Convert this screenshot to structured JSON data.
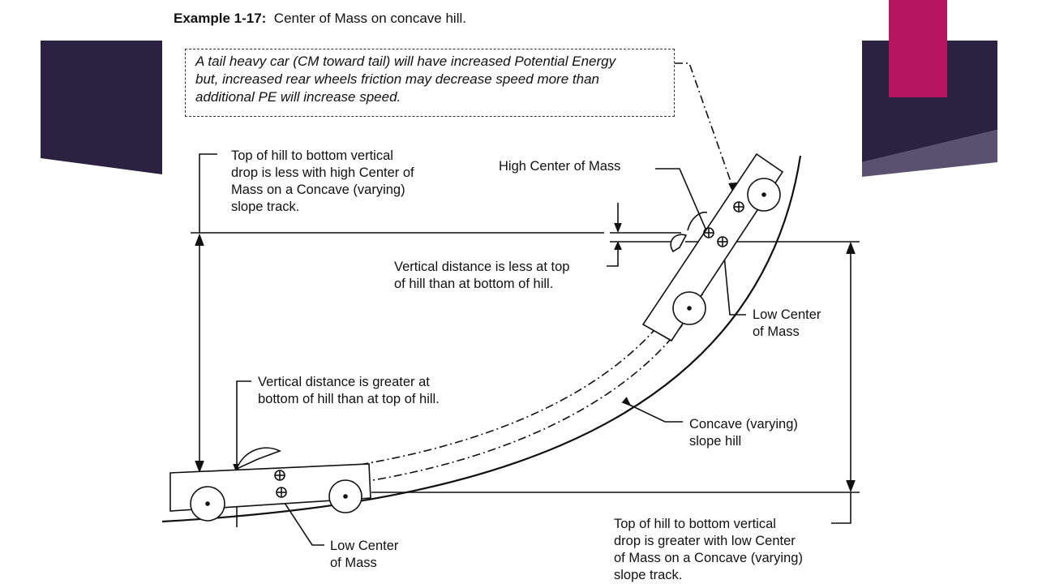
{
  "colors": {
    "dark_band": "#2b2140",
    "accent": "#b5145e",
    "line": "#111111"
  },
  "title": {
    "bold": "Example 1-17:",
    "rest": "Center of Mass on concave hill."
  },
  "callout": "A tail heavy car (CM toward tail) will have increased Potential Energy\nbut, increased rear wheels friction may decrease speed more than\nadditional PE will increase speed.",
  "labels": {
    "top_left": "Top of hill to bottom vertical\ndrop is less with high Center of\nMass on a Concave (varying)\nslope track.",
    "high_cm": "High Center of Mass",
    "vertical_less": "Vertical distance is less at top\nof hill than at bottom of hill.",
    "low_cm_right": "Low Center\nof Mass",
    "vertical_greater": "Vertical distance is greater at\nbottom of hill than at top of hill.",
    "concave": "Concave (varying)\nslope hill",
    "low_cm_bottom": "Low Center\nof Mass",
    "bottom_right": "Top of hill to bottom vertical\ndrop is greater with low Center\nof Mass on a Concave (varying)\nslope track."
  }
}
